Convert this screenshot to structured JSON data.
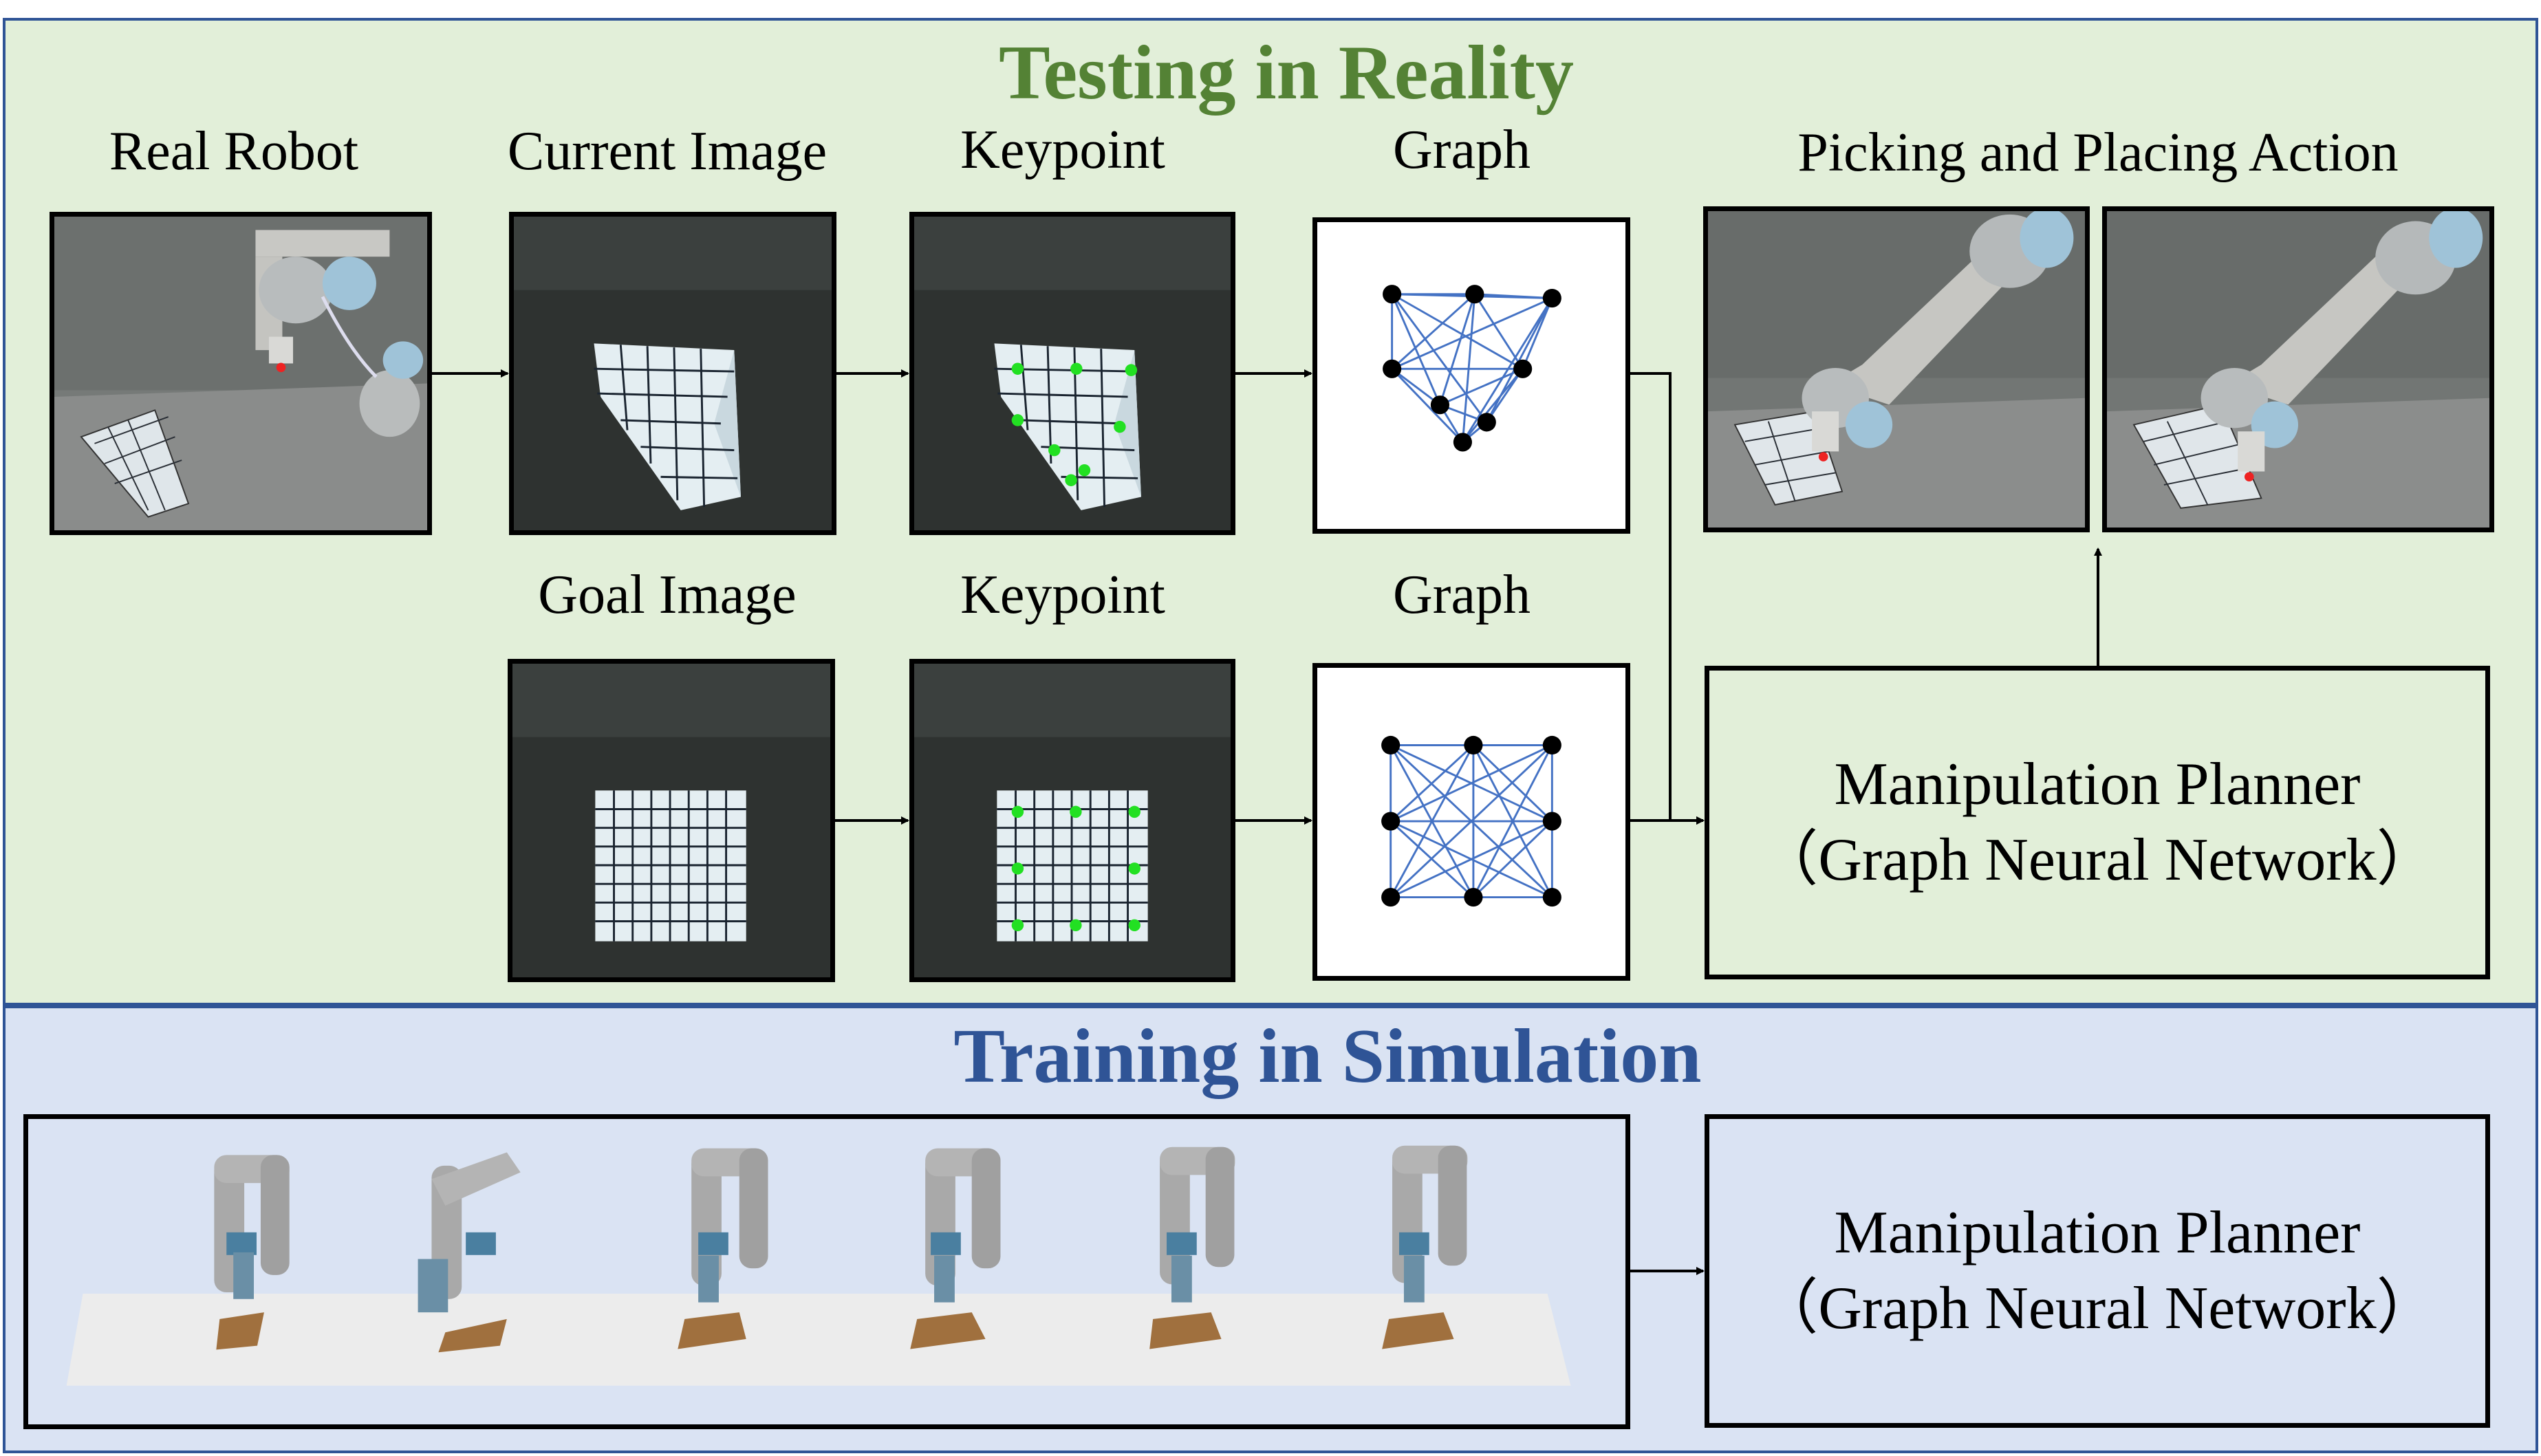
{
  "testing": {
    "title": "Testing in Reality",
    "title_color": "#548235",
    "labels": {
      "real_robot": "Real Robot",
      "current_image": "Current Image",
      "keypoint_top": "Keypoint",
      "graph_top": "Graph",
      "action": "Picking and Placing Action",
      "goal_image": "Goal Image",
      "keypoint_bottom": "Keypoint",
      "graph_bottom": "Graph"
    },
    "planner": {
      "line1": "Manipulation Planner",
      "line2": "（Graph Neural Network）"
    }
  },
  "training": {
    "title": "Training in Simulation",
    "title_color": "#2f5496",
    "planner": {
      "line1": "Manipulation Planner",
      "line2": "（Graph Neural Network）"
    }
  },
  "colors": {
    "keypoint": "#22e022",
    "graph_edge": "#4472c4",
    "graph_node": "#000000",
    "cloth": "#e4eef2",
    "cloth_grid": "#1a2430",
    "backdrop": "#2e3230",
    "sim_cloth": "#a0703e"
  }
}
